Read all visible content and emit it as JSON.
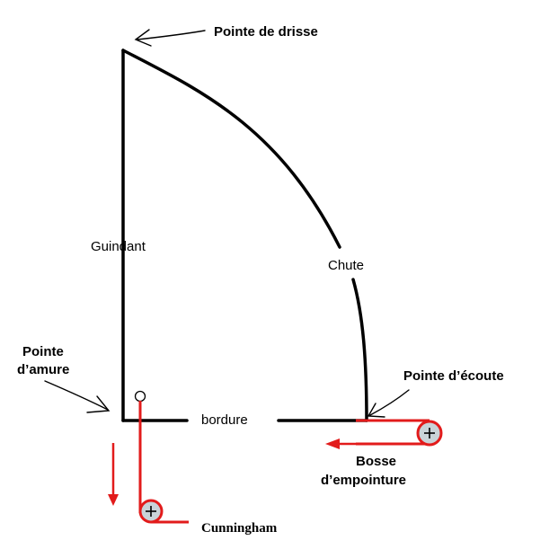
{
  "labels": {
    "head": "Pointe de drisse",
    "luff": "Guindant",
    "leech": "Chute",
    "tack": [
      "Pointe",
      "d’amure"
    ],
    "clew": "Pointe d’écoute",
    "foot": "bordure",
    "outhaul": [
      "Bosse",
      "d’empointure"
    ],
    "cunningham": "Cunningham"
  },
  "colors": {
    "sail_line": "#000000",
    "control_line": "#e21b1b",
    "pulley_fill": "#c9d3d8",
    "pulley_ring": "#e21b1b"
  },
  "icons": {
    "pulley": "plus-in-circle",
    "ring": "open-circle",
    "pointer": "hand-drawn-arrow"
  }
}
